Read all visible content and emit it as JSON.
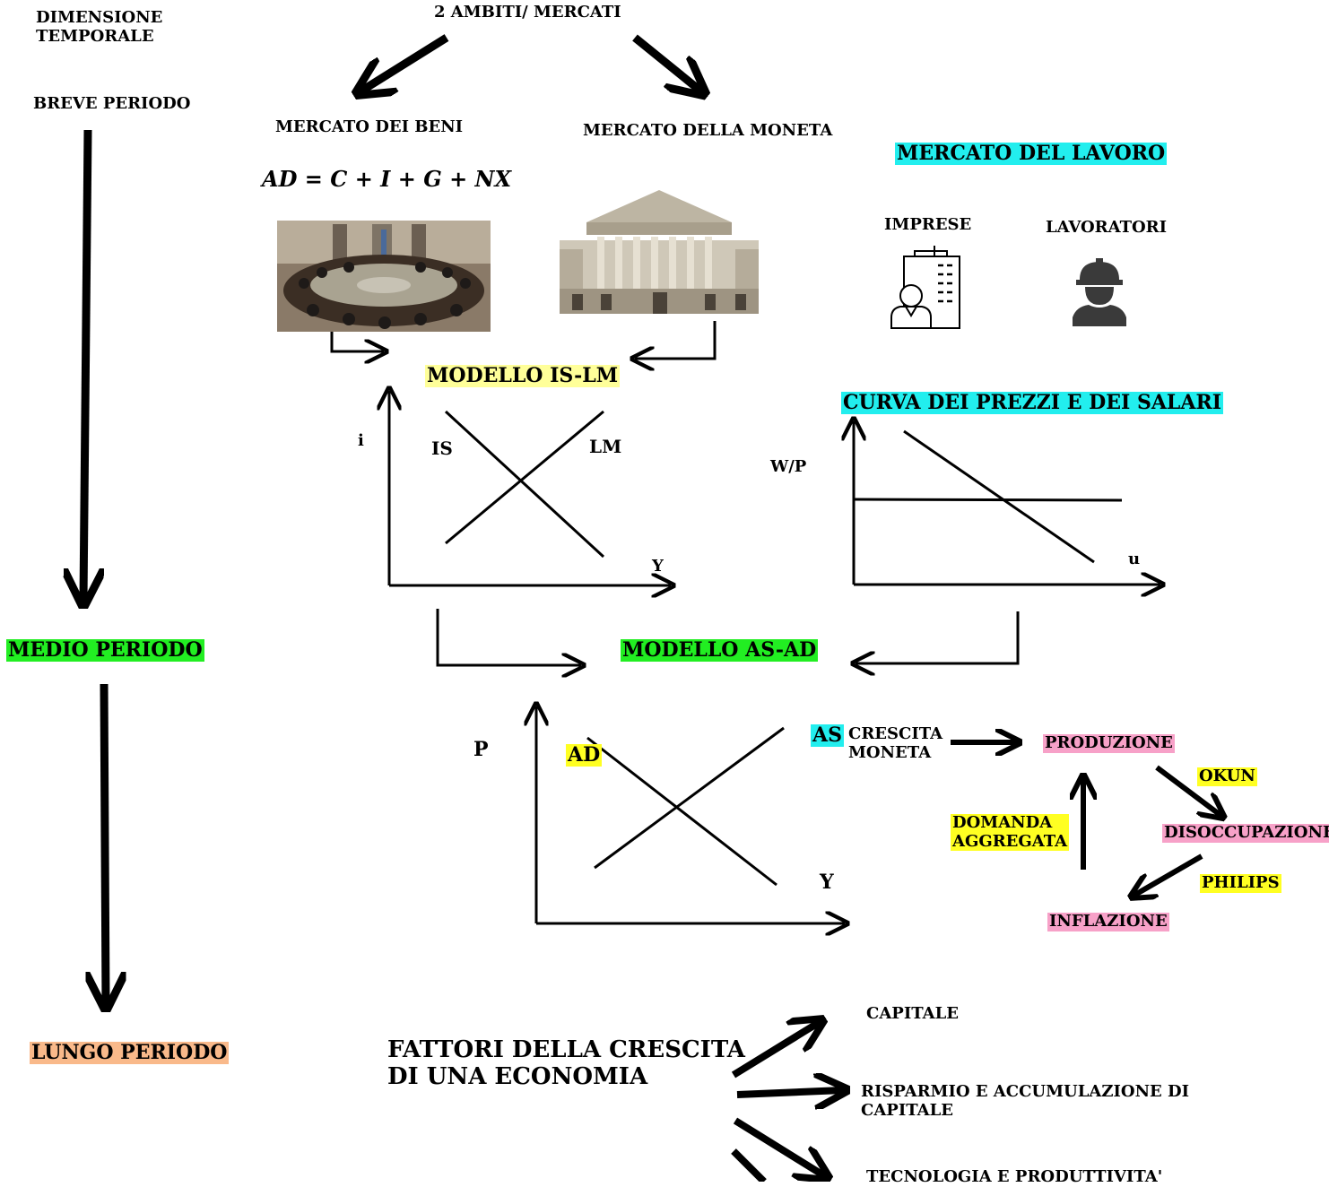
{
  "labels": {
    "dimensione_temporale": "DIMENSIONE\nTEMPORALE",
    "breve_periodo": "BREVE PERIODO",
    "medio_periodo": "MEDIO PERIODO",
    "lungo_periodo": "LUNGO PERIODO",
    "ambiti": "2 AMBITI/ MERCATI",
    "mercato_beni": "MERCATO DEI BENI",
    "mercato_moneta": "MERCATO DELLA MONETA",
    "mercato_lavoro": "MERCATO DEL LAVORO",
    "formula": "AD = C + I + G + NX",
    "imprese": "IMPRESE",
    "lavoratori": "LAVORATORI",
    "modello_islm": "MODELLO IS-LM",
    "curva_prezzi_salari": "CURVA DEI PREZZI E DEI SALARI",
    "modello_asad": "MODELLO AS-AD",
    "crescita_moneta": "CRESCITA\nMONETA",
    "produzione": "PRODUZIONE",
    "okun": "OKUN",
    "disoccupazione": "DISOCCUPAZIONE",
    "philips": "PHILIPS",
    "inflazione": "INFLAZIONE",
    "domanda_aggregata": "DOMANDA\nAGGREGATA",
    "fattori": "FATTORI DELLA CRESCITA\nDI UNA ECONOMIA",
    "capitale": "CAPITALE",
    "risparmio": "RISPARMIO E ACCUMULAZIONE DI\nCAPITALE",
    "tecnologia": "TECNOLOGIA E PRODUTTIVITA'"
  },
  "islm": {
    "ylabel": "i",
    "xlabel": "Y",
    "curve1": "IS",
    "curve2": "LM"
  },
  "wage": {
    "ylabel": "W/P",
    "xlabel": "u"
  },
  "asad": {
    "ylabel": "P",
    "xlabel": "Y",
    "curve1": "AD",
    "curve2": "AS"
  },
  "colors": {
    "green": "#22ee22",
    "cyan": "#22eeee",
    "yellow": "#ffff22",
    "light_yellow": "#ffff99",
    "pink": "#f7a1c8",
    "peach": "#f9b98a"
  },
  "icons": [
    "meeting-photo",
    "bank-building-photo",
    "office-worker-icon",
    "construction-worker-icon"
  ]
}
